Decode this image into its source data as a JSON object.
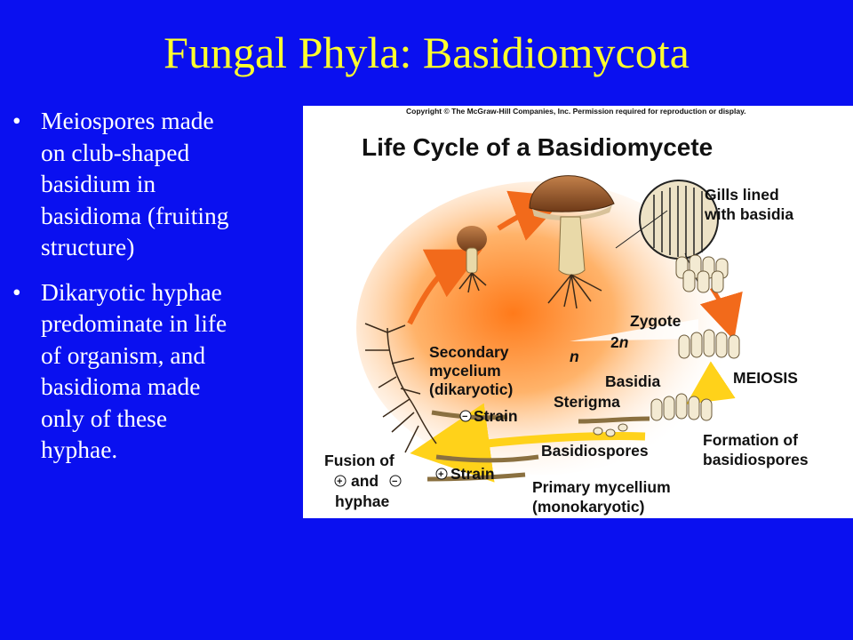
{
  "slide": {
    "title": "Fungal Phyla: Basidiomycota",
    "bullets": [
      {
        "marker": "•",
        "lines": [
          "Meiospores made",
          "on club-shaped",
          "basidium in",
          "basidioma (fruiting",
          "structure)"
        ]
      },
      {
        "marker": "•",
        "lines": [
          "Dikaryotic hyphae",
          "predominate in life",
          "of organism, and",
          "basidioma made",
          "only of these",
          "hyphae."
        ]
      }
    ],
    "colors": {
      "background": "#0a10f0",
      "title": "#ffff2e",
      "text": "#ffffff"
    }
  },
  "figure": {
    "copyright": "Copyright © The McGraw-Hill Companies, Inc. Permission required for reproduction or display.",
    "title": "Life Cycle of a Basidiomycete",
    "labels": {
      "gills_1": "Gills lined",
      "gills_2": "with basidia",
      "zygote": "Zygote",
      "two_n_num": "2",
      "two_n_n": "n",
      "n": "n",
      "meiosis": "MEIOSIS",
      "basidia": "Basidia",
      "sterigma": "Sterigma",
      "secondary_1": "Secondary",
      "secondary_2": "mycelium",
      "secondary_3": "(dikaryotic)",
      "strain_minus": "Strain",
      "strain_plus": "Strain",
      "basidiospores": "Basidiospores",
      "formation_1": "Formation of",
      "formation_2": "basidiospores",
      "fusion_1": "Fusion of",
      "fusion_2": "and",
      "fusion_3": "hyphae",
      "primary_1": "Primary mycellium",
      "primary_2": "(monokaryotic)",
      "plus_sign": "+",
      "minus_sign": "−"
    },
    "colors": {
      "glow": "#ff7a1a",
      "arrow_orange": "#f26a1b",
      "arrow_yellow": "#ffd21a",
      "cap": "#9a5a2e",
      "stalk": "#e9d9a8"
    }
  }
}
